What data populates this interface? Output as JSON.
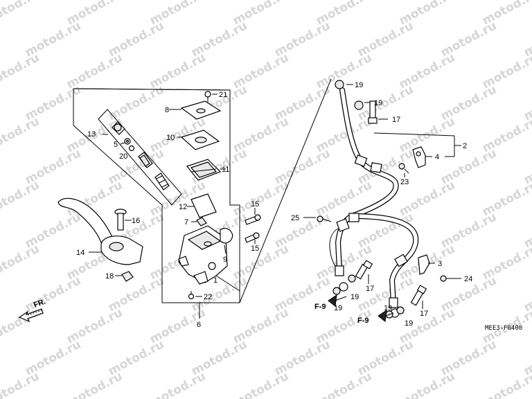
{
  "watermark": "motod.ru",
  "diagram_code": "MEE3-F0400",
  "direction_label": "FR.",
  "ref_label": "F-9",
  "callouts": {
    "c1": "1",
    "c2": "2",
    "c3": "3",
    "c4": "4",
    "c5": "5",
    "c6": "6",
    "c7": "7",
    "c8": "8",
    "c9": "9",
    "c10": "10",
    "c11": "11",
    "c12": "12",
    "c13": "13",
    "c14": "14",
    "c15": "15",
    "c16": "16",
    "c17": "17",
    "c18": "18",
    "c19": "19",
    "c20": "20",
    "c21": "21",
    "c22": "22",
    "c23": "23",
    "c24": "24",
    "c25": "25"
  },
  "colors": {
    "line": "#000000",
    "watermark": "#d6d6d6",
    "background": "#ffffff"
  }
}
